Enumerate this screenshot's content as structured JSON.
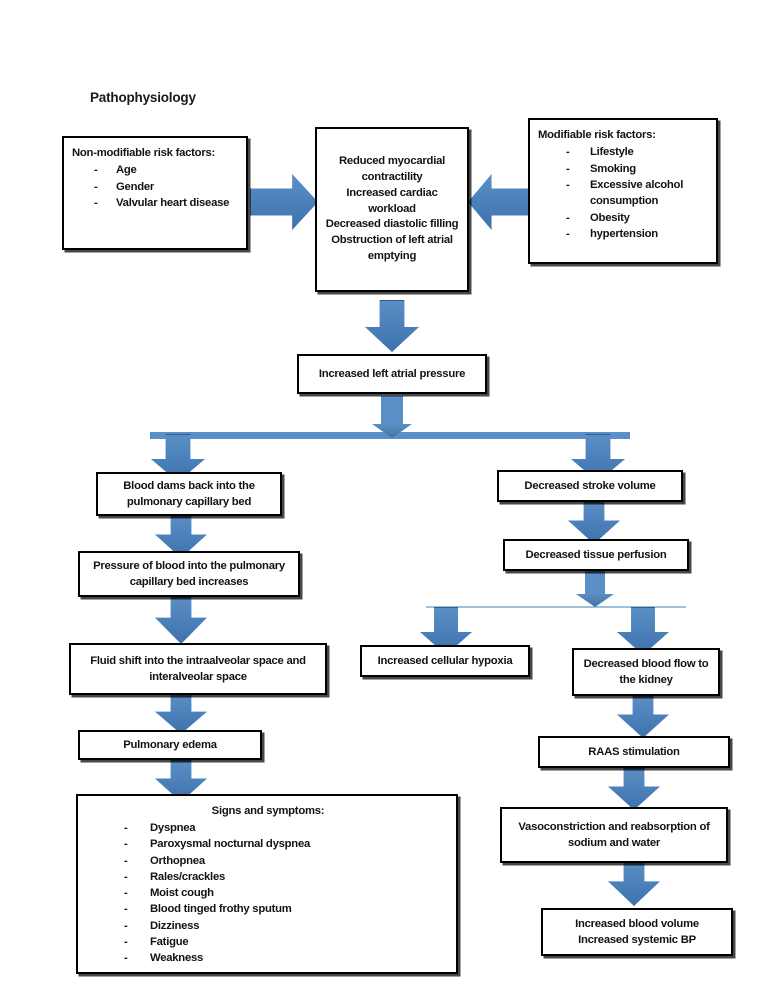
{
  "diagram": {
    "title": "Pathophysiology",
    "accent_color": "#4a7fba",
    "accent_border_color": "#2e5f93",
    "connector_color": "#5b8fc7",
    "thin_connector_color": "#9fc0dd",
    "box_border_color": "#000000",
    "background_color": "#ffffff"
  },
  "nodes": {
    "non_modifiable": {
      "heading": "Non-modifiable risk factors:",
      "items": [
        "Age",
        "Gender",
        "Valvular heart disease"
      ]
    },
    "central_effects": {
      "lines": [
        "Reduced myocardial contractility",
        "Increased cardiac workload",
        "Decreased diastolic filling",
        "Obstruction of left atrial emptying"
      ]
    },
    "modifiable": {
      "heading": "Modifiable risk factors:",
      "items": [
        "Lifestyle",
        "Smoking",
        "Excessive alcohol consumption",
        "Obesity",
        "hypertension"
      ]
    },
    "increased_la_pressure": {
      "text": "Increased left atrial pressure"
    },
    "blood_dams": {
      "text": "Blood dams back into the pulmonary capillary bed"
    },
    "pressure_increases": {
      "text": "Pressure of blood into the pulmonary capillary bed increases"
    },
    "fluid_shift": {
      "text": "Fluid shift into the intraalveolar space and interalveolar space"
    },
    "pulmonary_edema": {
      "text": "Pulmonary edema"
    },
    "signs_symptoms": {
      "heading": "Signs and symptoms:",
      "items": [
        "Dyspnea",
        "Paroxysmal nocturnal dyspnea",
        "Orthopnea",
        "Rales/crackles",
        "Moist cough",
        "Blood tinged frothy sputum",
        "Dizziness",
        "Fatigue",
        "Weakness"
      ]
    },
    "decreased_stroke_volume": {
      "text": "Decreased stroke volume"
    },
    "decreased_tissue_perfusion": {
      "text": "Decreased tissue perfusion"
    },
    "cellular_hypoxia": {
      "text": "Increased cellular hypoxia"
    },
    "decreased_kidney_flow": {
      "text": "Decreased blood flow to the kidney"
    },
    "raas": {
      "text": "RAAS stimulation"
    },
    "vasoconstriction": {
      "text": "Vasoconstriction and reabsorption of sodium and water"
    },
    "increased_volume_bp": {
      "text": "Increased blood volume Increased systemic BP"
    },
    "increased_volume_bp_line1": {
      "text": "Increased blood volume"
    },
    "increased_volume_bp_line2": {
      "text": "Increased systemic BP"
    }
  }
}
